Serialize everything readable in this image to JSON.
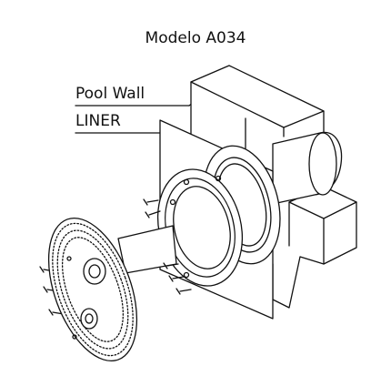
{
  "title": "Modelo A034",
  "labels": {
    "pool_wall": "Pool Wall",
    "liner": "LINER"
  },
  "icons": {
    "pool_wall": "wall-block-icon",
    "liner": "liner-sheet-icon",
    "flange": "flange-ring-icon",
    "gasket": "gasket-ring-icon",
    "face_plate": "face-plate-icon",
    "screws": "screw-icon",
    "pipe": "pipe-icon"
  },
  "colors": {
    "ink": "#111111",
    "background": "#ffffff"
  }
}
